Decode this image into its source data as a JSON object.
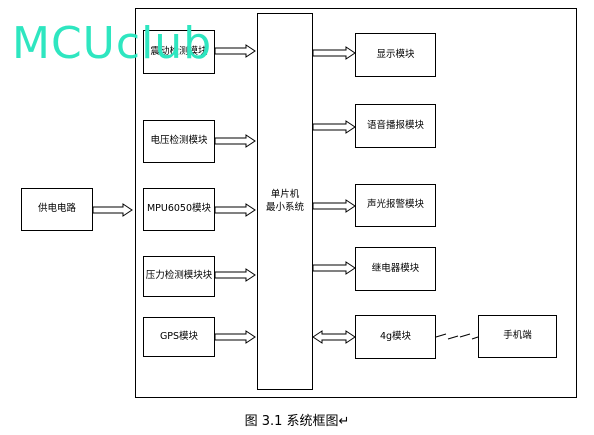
{
  "diagram": {
    "modules": {
      "vibration": "震动检测模块",
      "voltage": "电压检测模块",
      "mpu": "MPU6050模块",
      "pressure": "压力检测模块块",
      "gps": "GPS模块",
      "power": "供电电路",
      "mcu": "单片机\n最小系统",
      "display": "显示模块",
      "voice": "语音播报模块",
      "alarm": "声光报警模块",
      "relay": "继电器模块",
      "cell": "4g模块",
      "phone": "手机端"
    },
    "caption": "图 3.1 系统框图↵",
    "watermark": "MCUclub"
  },
  "colors": {
    "line": "#000000",
    "watermark": "#2ee6c0"
  }
}
